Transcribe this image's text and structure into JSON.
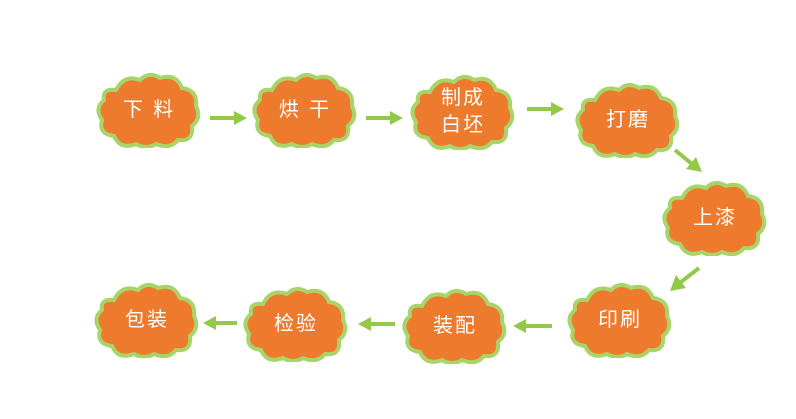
{
  "diagram": {
    "steps": [
      {
        "label": "下 料"
      },
      {
        "label": "烘 干"
      },
      {
        "label": "制成\n白坯"
      },
      {
        "label": "打磨"
      },
      {
        "label": "上漆"
      },
      {
        "label": "印刷"
      },
      {
        "label": "装配"
      },
      {
        "label": "检验"
      },
      {
        "label": "包装"
      }
    ],
    "colors": {
      "cloud_fill": "#ee7a2e",
      "cloud_border": "#a8d46a",
      "arrow": "#92c94a",
      "text": "#ffffff"
    }
  }
}
